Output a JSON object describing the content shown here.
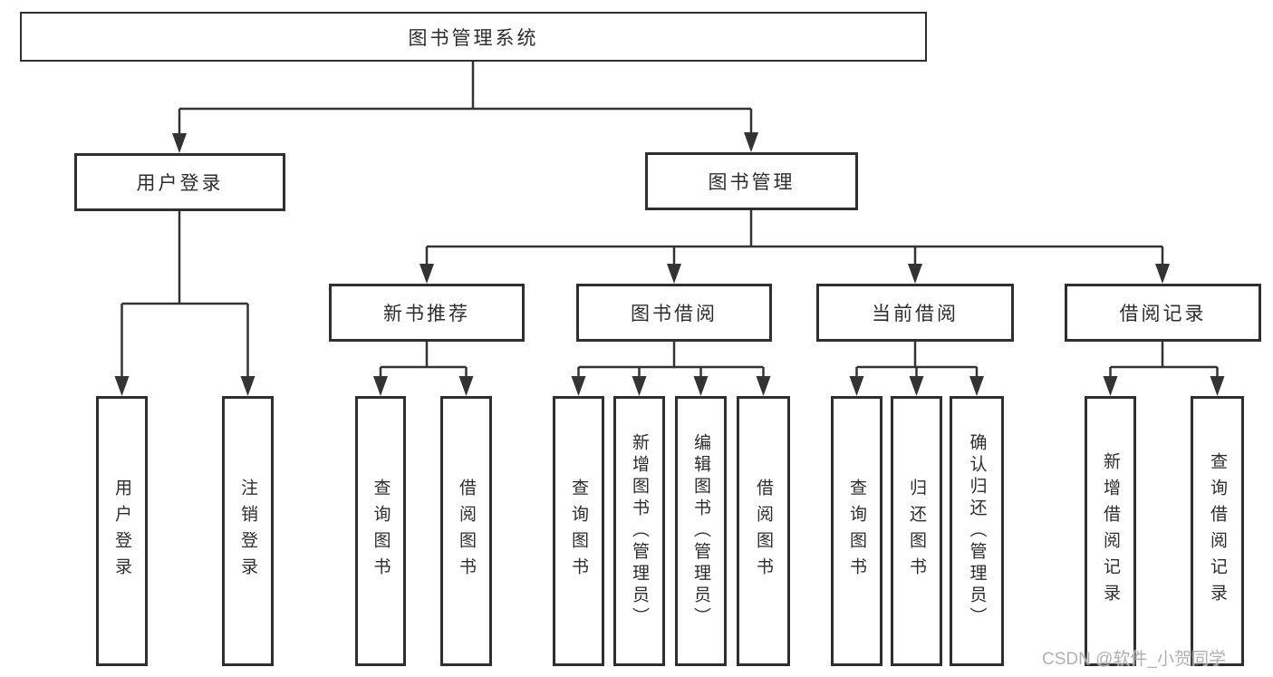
{
  "tree": {
    "root": "图书管理系统",
    "branches": [
      {
        "label": "用户登录",
        "children": [
          "用户登录",
          "注销登录"
        ]
      },
      {
        "label": "图书管理",
        "sections": [
          {
            "label": "新书推荐",
            "children": [
              "查询图书",
              "借阅图书"
            ]
          },
          {
            "label": "图书借阅",
            "children": [
              "查询图书",
              "新增图书（管理员）",
              "编辑图书（管理员）",
              "借阅图书"
            ]
          },
          {
            "label": "当前借阅",
            "children": [
              "查询图书",
              "归还图书",
              "确认归还（管理员）"
            ]
          },
          {
            "label": "借阅记录",
            "children": [
              "新增借阅记录",
              "查询借阅记录"
            ]
          }
        ]
      }
    ]
  },
  "watermark": "CSDN @软件_小贺同学",
  "colors": {
    "line": "#333333",
    "box_border": "#2f2f2f",
    "text": "#2d2d2d",
    "watermark": "#b0b0b0",
    "background": "#ffffff"
  }
}
